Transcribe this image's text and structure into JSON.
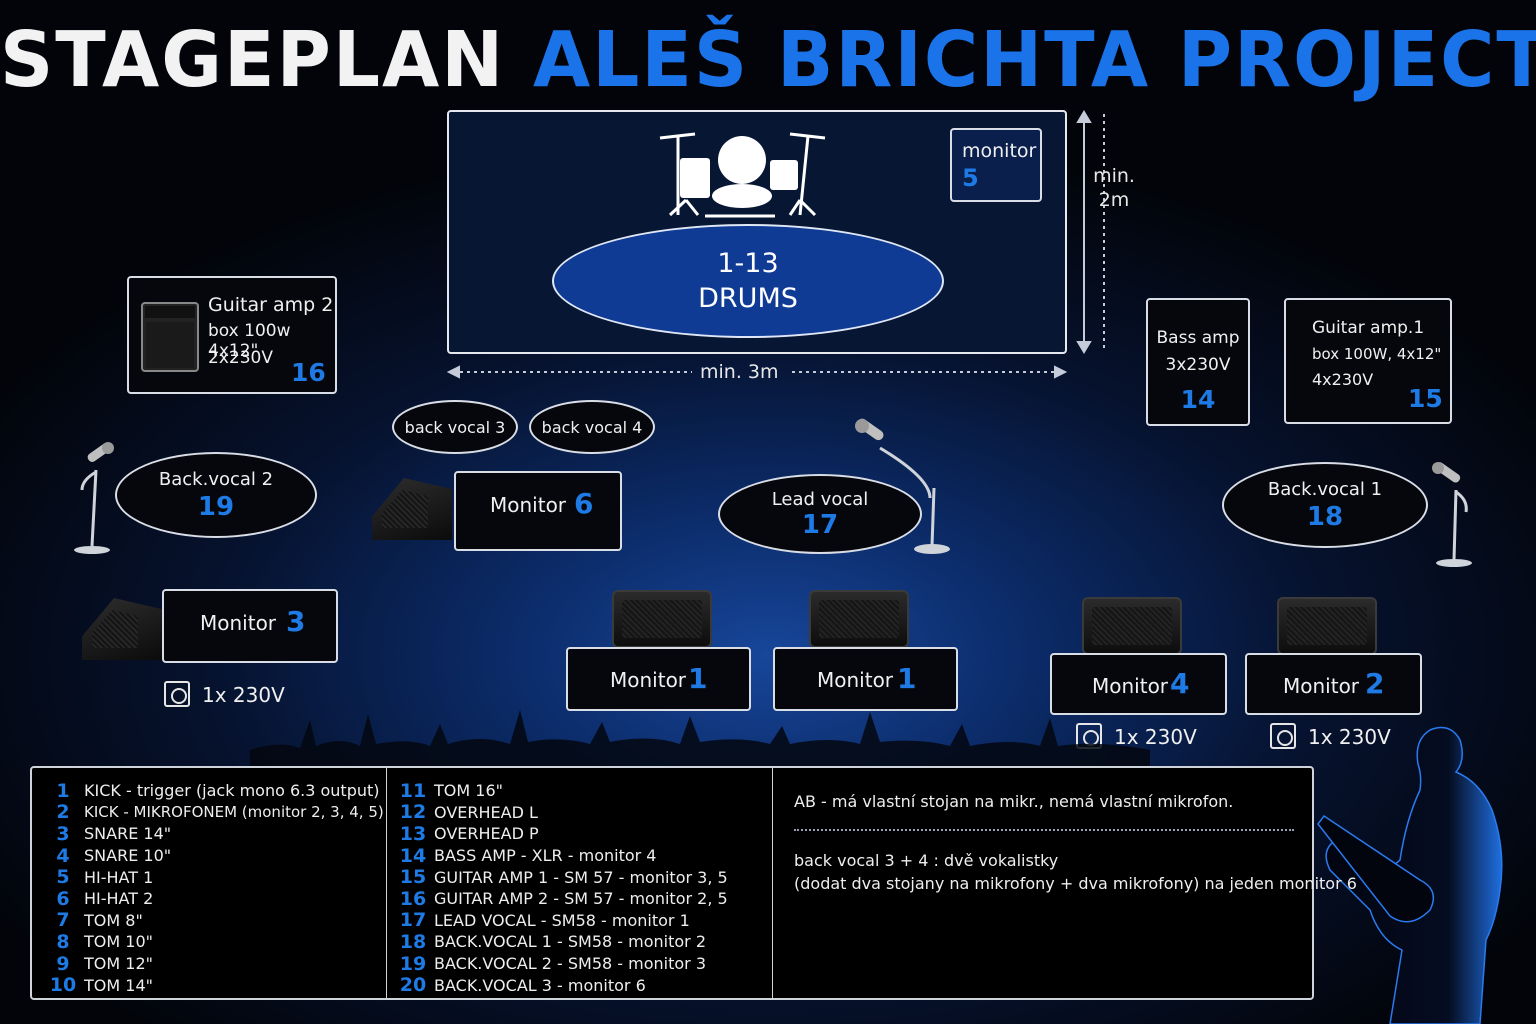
{
  "title": {
    "part1": "STAGEPLAN",
    "part2": "ALEŠ BRICHTA PROJECT"
  },
  "drum_riser": {
    "drums_num": "1-13",
    "drums_label": "DRUMS",
    "monitor_label": "monitor",
    "monitor_num": "5",
    "depth_label_1": "min.",
    "depth_label_2": "2m",
    "width_label": "min. 3m"
  },
  "guitar_amp_2": {
    "title": "Guitar amp 2",
    "line2": "box 100w 4x12\"",
    "line3": "2x230V",
    "num": "16"
  },
  "bass_amp": {
    "title": "Bass amp",
    "line2": "3x230V",
    "num": "14"
  },
  "guitar_amp_1": {
    "title": "Guitar amp.1",
    "line2": "box 100W, 4x12\"",
    "line3": "4x230V",
    "num": "15"
  },
  "back_vocal_3": "back vocal 3",
  "back_vocal_4": "back vocal 4",
  "back_vocal_2": {
    "label": "Back.vocal 2",
    "num": "19"
  },
  "lead_vocal": {
    "label": "Lead vocal",
    "num": "17"
  },
  "back_vocal_1": {
    "label": "Back.vocal 1",
    "num": "18"
  },
  "monitor_6": {
    "label": "Monitor",
    "num": "6"
  },
  "monitor_3": {
    "label": "Monitor",
    "num": "3"
  },
  "monitor_1a": {
    "label": "Monitor",
    "num": "1"
  },
  "monitor_1b": {
    "label": "Monitor",
    "num": "1"
  },
  "monitor_4": {
    "label": "Monitor",
    "num": "4"
  },
  "monitor_2": {
    "label": "Monitor",
    "num": "2"
  },
  "power_left": "1x 230V",
  "power_mid": "1x 230V",
  "power_right": "1x 230V",
  "legend": {
    "col1": [
      {
        "n": "1",
        "t": "KICK - trigger (jack mono 6.3 output)"
      },
      {
        "n": "2",
        "t": "KICK -  MIKROFONEM (monitor 2, 3, 4, 5)"
      },
      {
        "n": "3",
        "t": "SNARE 14\""
      },
      {
        "n": "4",
        "t": "SNARE 10\""
      },
      {
        "n": "5",
        "t": "HI-HAT 1"
      },
      {
        "n": "6",
        "t": "HI-HAT 2"
      },
      {
        "n": "7",
        "t": "TOM 8\""
      },
      {
        "n": "8",
        "t": "TOM 10\""
      },
      {
        "n": "9",
        "t": "TOM 12\""
      },
      {
        "n": "10",
        "t": "TOM 14\""
      }
    ],
    "col2": [
      {
        "n": "11",
        "t": "TOM 16\""
      },
      {
        "n": "12",
        "t": "OVERHEAD L"
      },
      {
        "n": "13",
        "t": "OVERHEAD P"
      },
      {
        "n": "14",
        "t": "BASS AMP  -  XLR  -  monitor 4"
      },
      {
        "n": "15",
        "t": "GUITAR AMP 1  -  SM 57  -  monitor 3, 5"
      },
      {
        "n": "16",
        "t": "GUITAR AMP 2  -  SM 57  -  monitor 2, 5"
      },
      {
        "n": "17",
        "t": "LEAD VOCAL  -  SM58  -  monitor 1"
      },
      {
        "n": "18",
        "t": "BACK.VOCAL 1  -  SM58  -  monitor 2"
      },
      {
        "n": "19",
        "t": "BACK.VOCAL 2  -  SM58  -  monitor 3"
      },
      {
        "n": "20",
        "t": "BACK.VOCAL 3  -  monitor 6"
      }
    ],
    "note1": "AB - má vlastní stojan na mikr., nemá vlastní mikrofon.",
    "note2_line1": "back vocal 3 + 4 : dvě vokalistky",
    "note2_line2": "(dodat dva stojany na mikrofony + dva mikrofony) na jeden monitor 6"
  }
}
